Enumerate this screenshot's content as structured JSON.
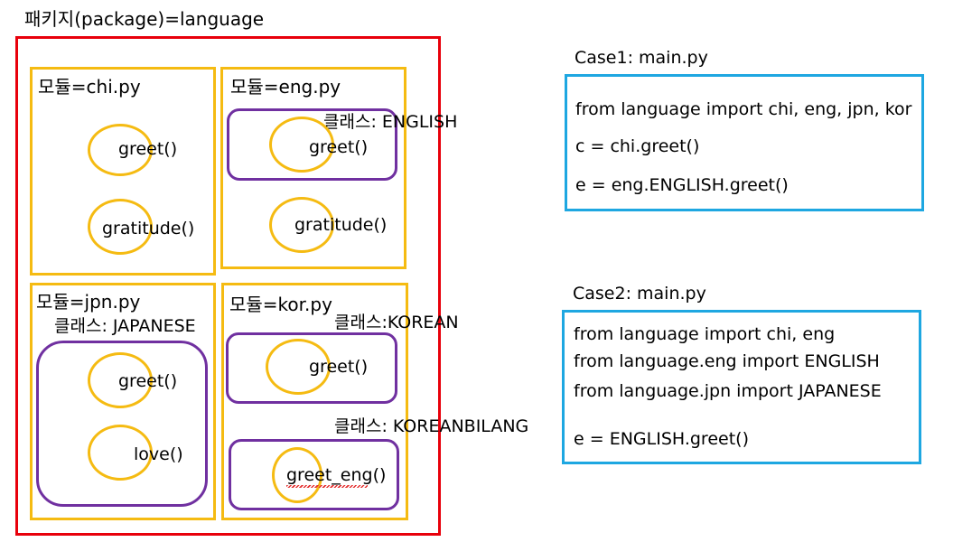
{
  "package": {
    "title": "패키지(package)=language"
  },
  "modules": {
    "chi": {
      "label": "모듈=chi.py",
      "functions": [
        "greet()",
        "gratitude()"
      ]
    },
    "eng": {
      "label": "모듈=eng.py",
      "class_label": "클래스: ENGLISH",
      "class_method": "greet()",
      "function": "gratitude()"
    },
    "jpn": {
      "label": "모듈=jpn.py",
      "class_label": "클래스: JAPANESE",
      "methods": [
        "greet()",
        "love()"
      ]
    },
    "kor": {
      "label": "모듈=kor.py",
      "class1_label": "클래스:KOREAN",
      "class1_method": "greet()",
      "class2_label": "클래스: KOREANBILANG",
      "class2_method": "greet_eng()"
    }
  },
  "case1": {
    "title": "Case1: main.py",
    "lines": [
      "from language import chi, eng, jpn, kor",
      "c = chi.greet()",
      "e = eng.ENGLISH.greet()"
    ]
  },
  "case2": {
    "title": "Case2: main.py",
    "lines": [
      "from language import chi, eng",
      "from language.eng import ENGLISH",
      "from language.jpn import JAPANESE",
      "e = ENGLISH.greet()"
    ]
  },
  "colors": {
    "package_border": "#e8000b",
    "module_border": "#f5bb12",
    "class_border": "#7030a0",
    "function_border": "#f5bb12",
    "case_border": "#1ea7e1"
  }
}
